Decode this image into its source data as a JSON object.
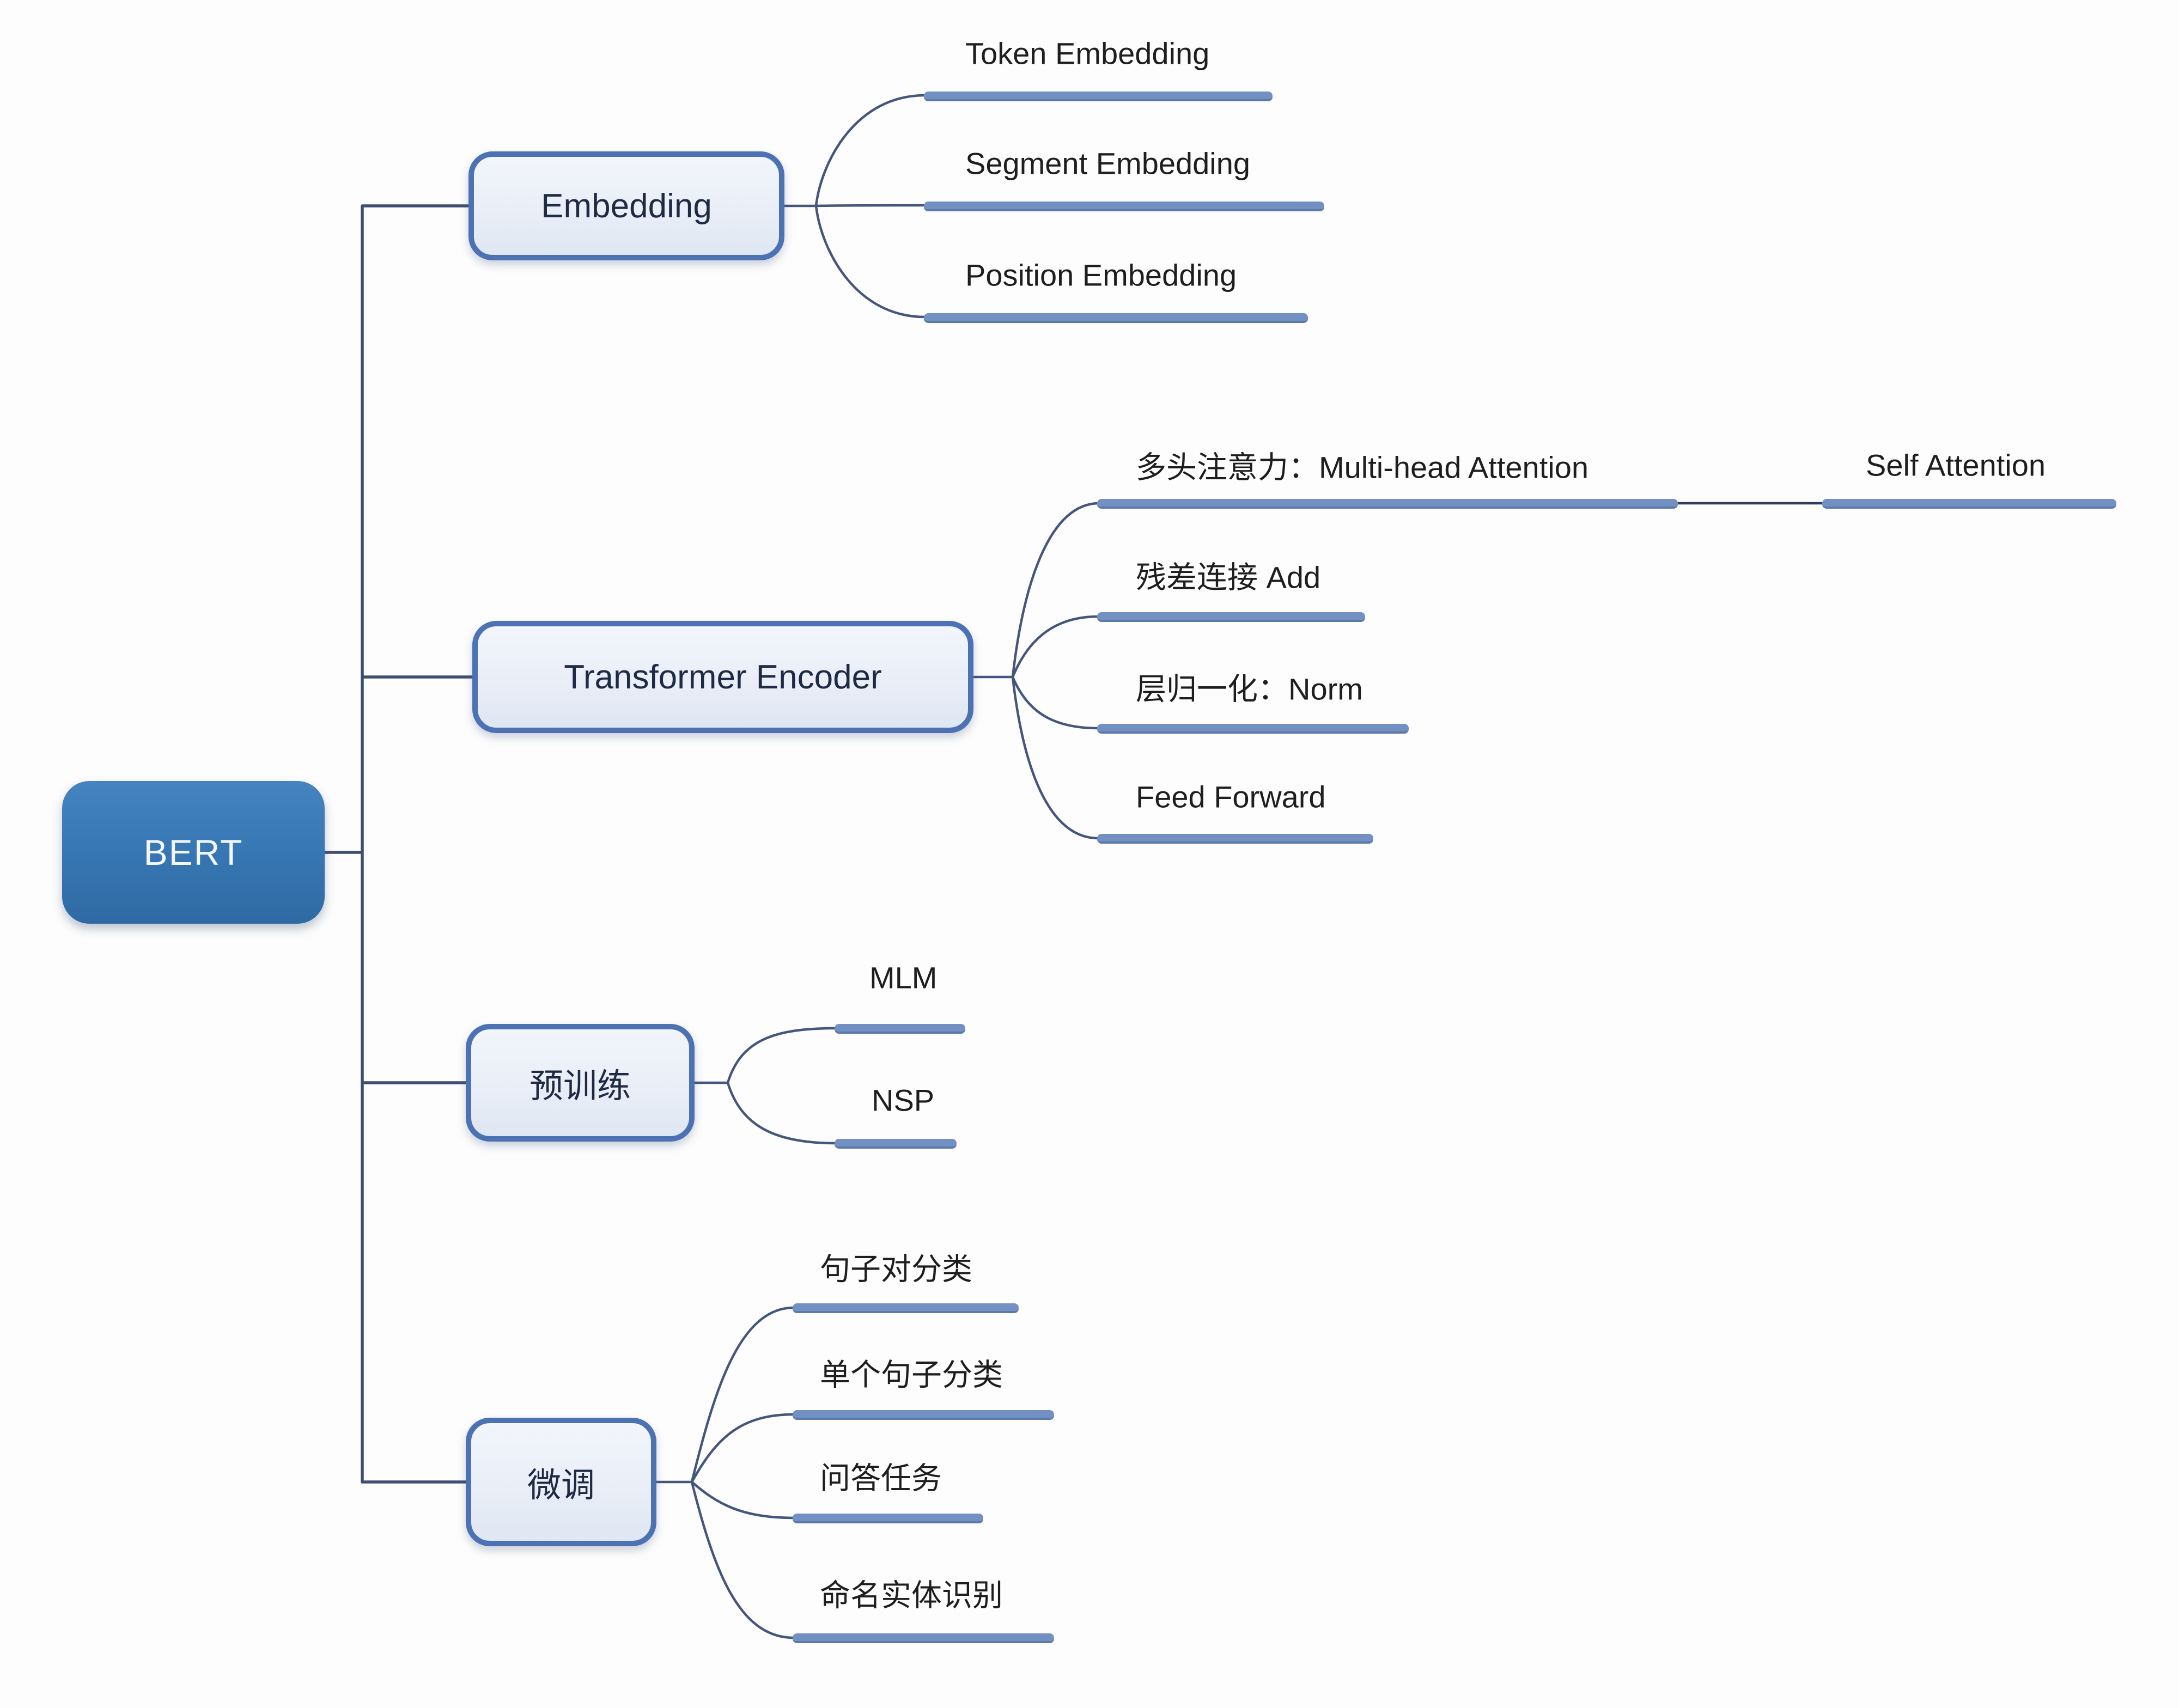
{
  "root": {
    "label": "BERT"
  },
  "branches": [
    {
      "label": "Embedding",
      "children": [
        {
          "label": "Token Embedding"
        },
        {
          "label": "Segment Embedding"
        },
        {
          "label": "Position Embedding"
        }
      ]
    },
    {
      "label": "Transformer Encoder",
      "children": [
        {
          "label": "多头注意力：Multi-head Attention",
          "children": [
            {
              "label": "Self Attention"
            }
          ]
        },
        {
          "label": "残差连接 Add"
        },
        {
          "label": "层归一化：Norm"
        },
        {
          "label": "Feed Forward"
        }
      ]
    },
    {
      "label": "预训练",
      "children": [
        {
          "label": "MLM"
        },
        {
          "label": "NSP"
        }
      ]
    },
    {
      "label": "微调",
      "children": [
        {
          "label": "句子对分类"
        },
        {
          "label": "单个句子分类"
        },
        {
          "label": "问答任务"
        },
        {
          "label": "命名实体识别"
        }
      ]
    }
  ],
  "colors": {
    "root_fill": "#3878b5",
    "child_box_fill": "#e9eef7",
    "child_box_border": "#4d72b4",
    "underline_bar": "#7390c3",
    "connector_line": "#3f4e70",
    "leaf_text": "#1e1e1e",
    "box_text": "#1f2a44"
  }
}
